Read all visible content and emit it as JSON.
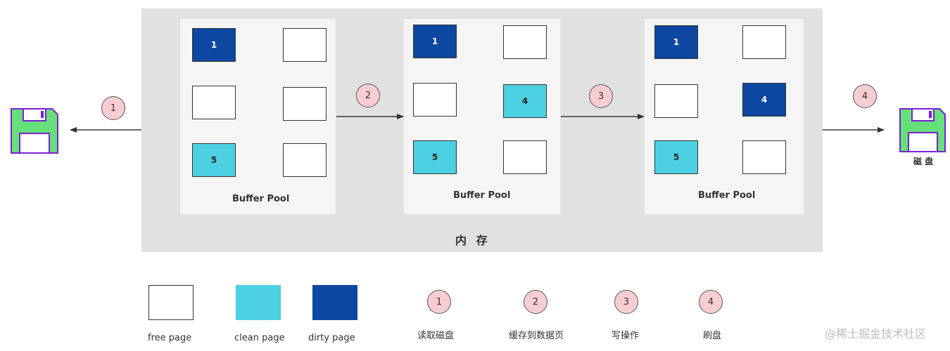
{
  "memory": {
    "label": "内 存"
  },
  "pools": [
    {
      "label": "Buffer Pool",
      "pages": [
        "1",
        "",
        "",
        "",
        "5",
        ""
      ]
    },
    {
      "label": "Buffer Pool",
      "pages": [
        "1",
        "",
        "",
        "4",
        "5",
        ""
      ]
    },
    {
      "label": "Buffer Pool",
      "pages": [
        "1",
        "",
        "",
        "4",
        "5",
        ""
      ]
    }
  ],
  "steps": [
    "1",
    "2",
    "3",
    "4"
  ],
  "disk": {
    "label": "磁 盘"
  },
  "legend": {
    "pages": [
      {
        "label": "free page"
      },
      {
        "label": "clean page"
      },
      {
        "label": "dirty page"
      }
    ],
    "steps": [
      {
        "num": "1",
        "label": "读取磁盘"
      },
      {
        "num": "2",
        "label": "缓存到数据页"
      },
      {
        "num": "3",
        "label": "写操作"
      },
      {
        "num": "4",
        "label": "刷盘"
      }
    ]
  },
  "watermark": "@稀土掘金技术社区",
  "colors": {
    "clean": "#4dd0e1",
    "dirty": "#0d47a1",
    "free": "#ffffff",
    "step": "#f8cdd1",
    "memory": "#e1e1e1",
    "pool": "#f5f5f5",
    "disk": "#66e07a",
    "disk_outline": "#7b1fd6"
  }
}
